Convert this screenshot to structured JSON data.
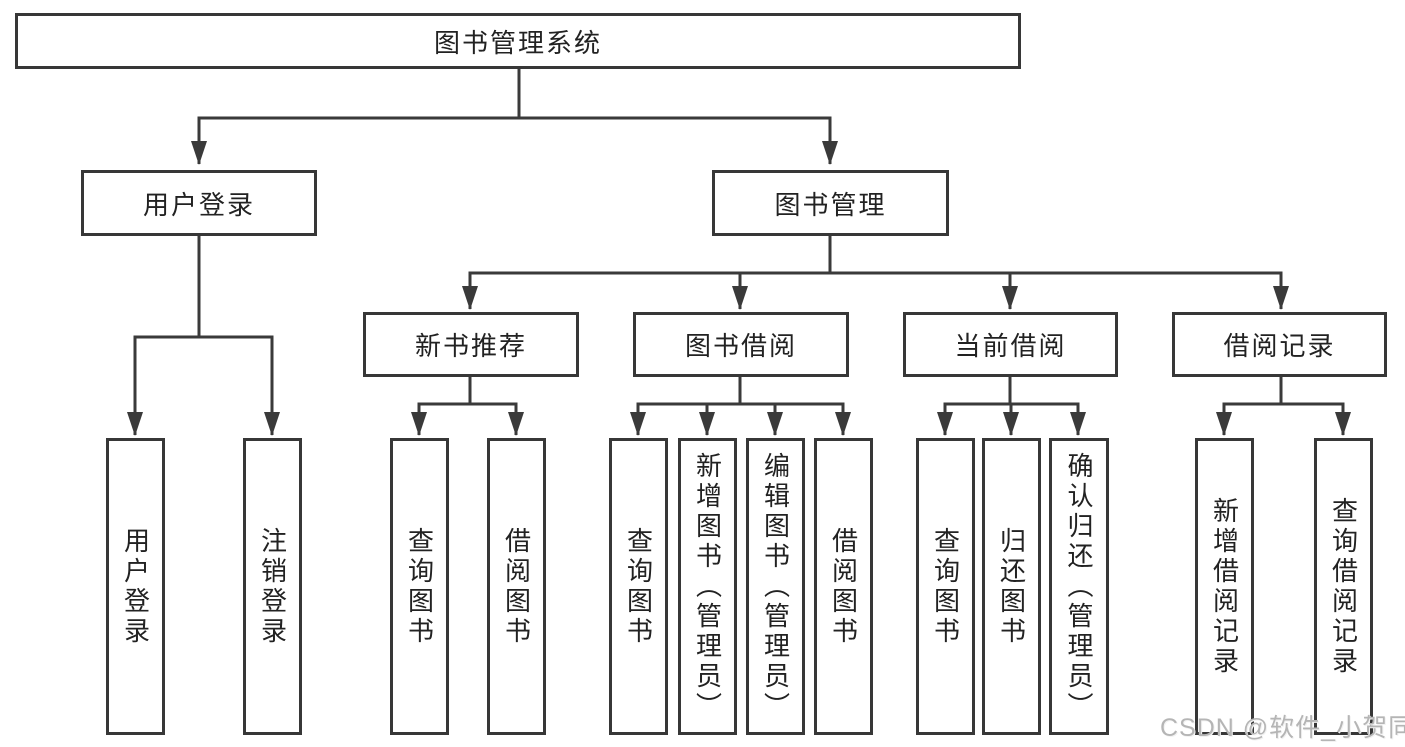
{
  "root": {
    "label": "图书管理系统"
  },
  "branches": {
    "user_login": {
      "label": "用户登录",
      "children": [
        {
          "label": "用户登录"
        },
        {
          "label": "注销登录"
        }
      ]
    },
    "book_management": {
      "label": "图书管理",
      "sections": {
        "new_book_recommendation": {
          "label": "新书推荐",
          "children": [
            {
              "label": "查询图书"
            },
            {
              "label": "借阅图书"
            }
          ]
        },
        "book_borrowing": {
          "label": "图书借阅",
          "children": [
            {
              "label": "查询图书"
            },
            {
              "label": "新增图书（管理员）"
            },
            {
              "label": "编辑图书（管理员）"
            },
            {
              "label": "借阅图书"
            }
          ]
        },
        "current_borrowing": {
          "label": "当前借阅",
          "children": [
            {
              "label": "查询图书"
            },
            {
              "label": "归还图书"
            },
            {
              "label": "确认归还（管理员）"
            }
          ]
        },
        "borrowing_records": {
          "label": "借阅记录",
          "children": [
            {
              "label": "新增借阅记录"
            },
            {
              "label": "查询借阅记录"
            }
          ]
        }
      }
    }
  },
  "watermark": {
    "text": "CSDN @软件_小贺同学"
  },
  "colors": {
    "line": "#3a3a3a",
    "text": "#222222",
    "watermark_gray": "#b5b5b5",
    "background": "#ffffff"
  }
}
